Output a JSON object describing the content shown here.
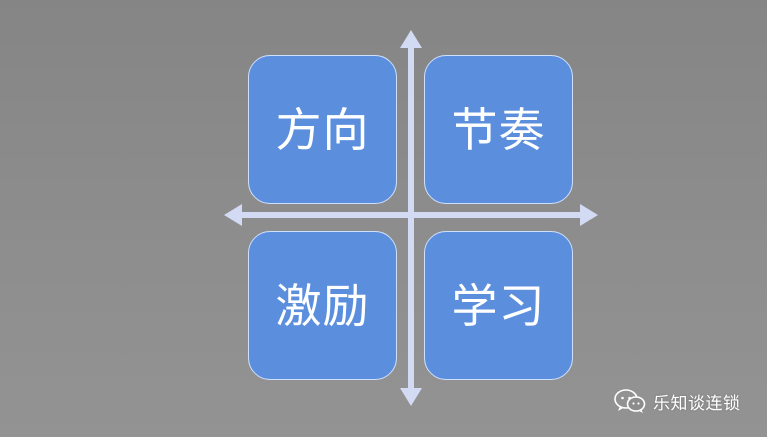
{
  "quadrants": {
    "top_left": "方向",
    "top_right": "节奏",
    "bottom_left": "激励",
    "bottom_right": "学习"
  },
  "watermark": {
    "text": "乐知谈连锁",
    "icon": "wechat-icon"
  },
  "colors": {
    "background": "#8a8a8a",
    "quadrant_fill": "#5b8fde",
    "quadrant_border": "#cfe0ff",
    "axis": "#d3daf3",
    "text": "#ffffff"
  }
}
